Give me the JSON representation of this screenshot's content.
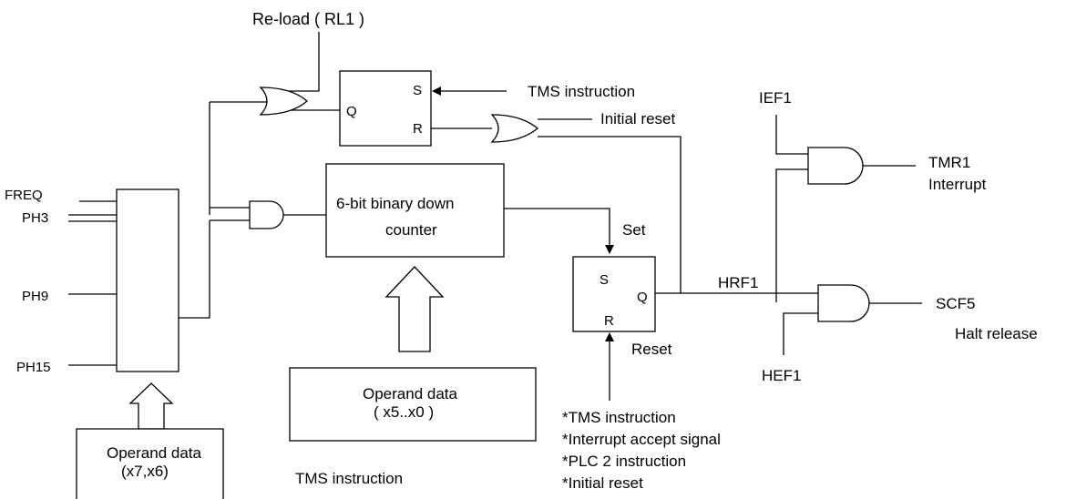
{
  "reload_label": "Re-load ( RL1 )",
  "inputs": {
    "freq": "FREQ",
    "ph3": "PH3",
    "ph9": "PH9",
    "ph15": "PH15"
  },
  "sr_top": {
    "s": "S",
    "r": "R",
    "q": "Q"
  },
  "tms_instruction_top": "TMS instruction",
  "initial_reset_top": "Initial reset",
  "counter": {
    "line1": "6-bit binary down",
    "line2": "counter"
  },
  "set_label": "Set",
  "sr_mid": {
    "s": "S",
    "r": "R",
    "q": "Q"
  },
  "reset_label": "Reset",
  "hrf1": "HRF1",
  "ief1": "IEF1",
  "hef1": "HEF1",
  "tmr1": {
    "line1": "TMR1",
    "line2": "Interrupt"
  },
  "scf5": {
    "line1": "SCF5",
    "line2": "Halt release"
  },
  "operand_mid": {
    "line1": "Operand data",
    "line2": "( x5..x0 )"
  },
  "operand_left": {
    "line1": "Operand data",
    "line2": "(x7,x6)"
  },
  "tms_instruction_bottom": "TMS instruction",
  "reset_sources": [
    "*TMS instruction",
    "*Interrupt accept signal",
    "*PLC 2 instruction",
    "*Initial reset"
  ]
}
